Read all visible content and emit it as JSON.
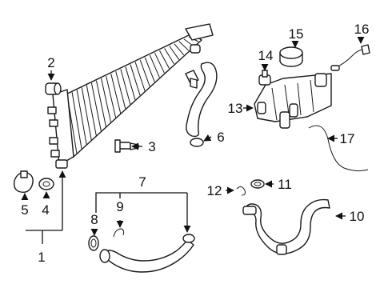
{
  "diagram": {
    "callouts": [
      {
        "id": "c1",
        "label": "1"
      },
      {
        "id": "c2",
        "label": "2"
      },
      {
        "id": "c3",
        "label": "3"
      },
      {
        "id": "c4",
        "label": "4"
      },
      {
        "id": "c5",
        "label": "5"
      },
      {
        "id": "c6",
        "label": "6"
      },
      {
        "id": "c7",
        "label": "7"
      },
      {
        "id": "c8",
        "label": "8"
      },
      {
        "id": "c9",
        "label": "9"
      },
      {
        "id": "c10",
        "label": "10"
      },
      {
        "id": "c11",
        "label": "11"
      },
      {
        "id": "c12",
        "label": "12"
      },
      {
        "id": "c13",
        "label": "13"
      },
      {
        "id": "c14",
        "label": "14"
      },
      {
        "id": "c15",
        "label": "15"
      },
      {
        "id": "c16",
        "label": "16"
      },
      {
        "id": "c17",
        "label": "17"
      }
    ],
    "colors": {
      "ink": "#1a1a1a",
      "paper": "#ffffff",
      "shade": "#e9e9e9"
    }
  }
}
